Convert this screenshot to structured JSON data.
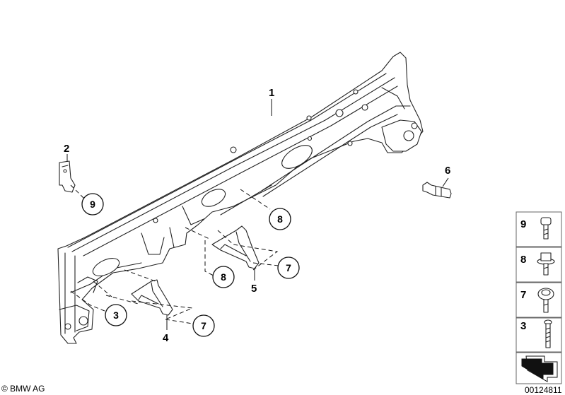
{
  "diagram": {
    "labels": {
      "p1": "1",
      "p2": "2",
      "p4": "4",
      "p5": "5",
      "p6": "6"
    },
    "callouts": {
      "c9": "9",
      "c8_upper": "8",
      "c8_lower": "8",
      "c7_upper": "7",
      "c7_lower": "7",
      "c3": "3"
    }
  },
  "legend": {
    "items": [
      {
        "number": "9",
        "icon": "bolt-short-icon"
      },
      {
        "number": "8",
        "icon": "flange-nut-icon"
      },
      {
        "number": "7",
        "icon": "flange-bolt-icon"
      },
      {
        "number": "3",
        "icon": "long-bolt-icon"
      }
    ],
    "direction_icon": "front-arrow-icon"
  },
  "footer": {
    "copyright": "© BMW AG",
    "diagram_number": "00124811"
  }
}
